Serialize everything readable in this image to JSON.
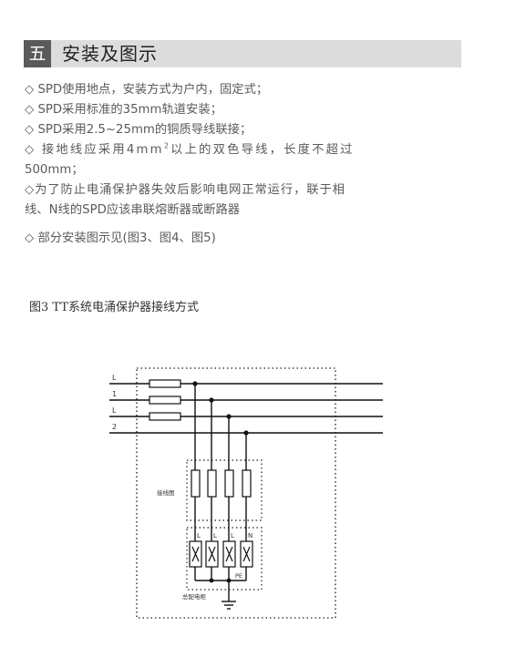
{
  "section": {
    "number": "五",
    "title": "安装及图示"
  },
  "bullets": [
    "◇ SPD使用地点，安装方式为户内，固定式；",
    "◇ SPD采用标准的35mm轨道安装；",
    "◇ SPD采用2.5~25mm的铜质导线联接；",
    "◇ 接地线应采用4mm",
    "以上的双色导线，长度不超过",
    "500mm；",
    "◇为了防止电涌保护器失效后影响电网正常运行，联于相",
    "线、N线的SPD应该串联熔断器或断路器",
    "◇ 部分安装图示见(图3、图4、图5)"
  ],
  "superscript": "2",
  "figure": {
    "caption": "图3 TT系统电涌保护器接线方式",
    "line_labels": [
      "L",
      "1",
      "L",
      "2"
    ],
    "fuse_box_label": "接线图",
    "spd_terminal_labels": [
      "L",
      "L",
      "L",
      "N"
    ],
    "pe_label": "PE",
    "cabinet_label": "总配电柜"
  }
}
